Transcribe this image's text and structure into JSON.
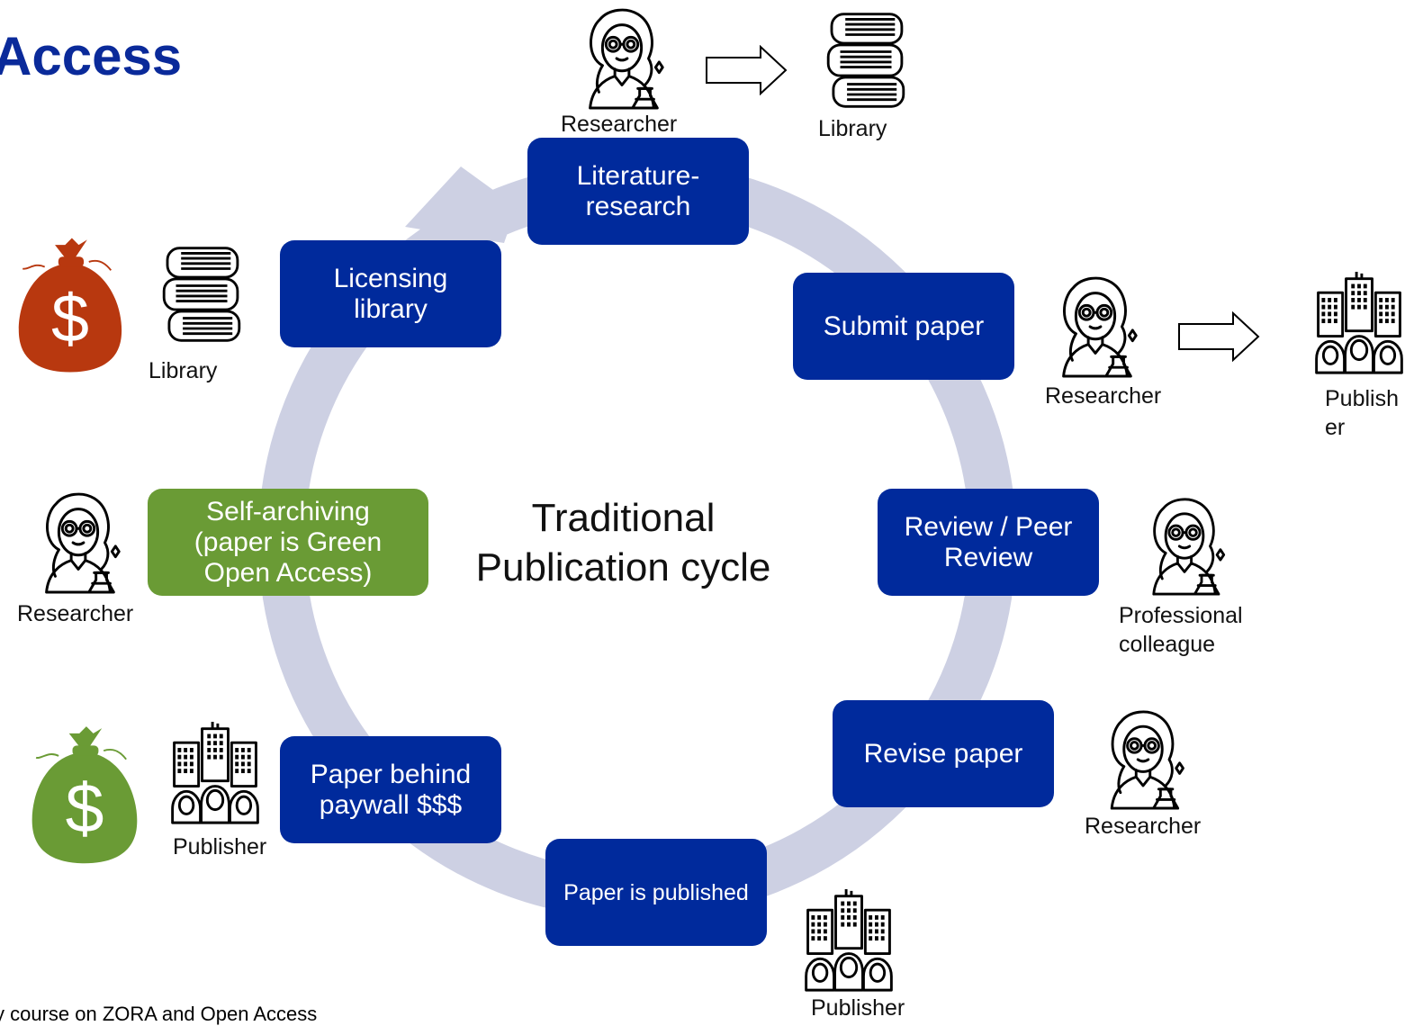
{
  "title": "Access",
  "footer": "y course on ZORA and Open Access",
  "center_title": "Traditional\nPublication cycle",
  "steps": {
    "literature": "Literature-\nresearch",
    "submit": "Submit paper",
    "review": "Review / Peer\nReview",
    "revise": "Revise paper",
    "published": "Paper is published",
    "paywall": "Paper behind\npaywall $$$",
    "self_archiving": "Self-archiving\n(paper is Green\nOpen Access)",
    "licensing": "Licensing\nlibrary"
  },
  "labels": {
    "researcher_top": "Researcher",
    "library_top": "Library",
    "researcher_submit": "Researcher",
    "publisher_right": "Publish\ner",
    "colleague": "Professional\ncolleague",
    "researcher_revise": "Researcher",
    "publisher_bottom": "Publisher",
    "publisher_left": "Publisher",
    "researcher_left": "Researcher",
    "library_left": "Library"
  },
  "money_symbol": "$",
  "colors": {
    "box_blue": "#002a9c",
    "box_green": "#6a9b35",
    "ring": "#cdd0e3",
    "money_red": "#b8380f",
    "money_green": "#6a9b35",
    "title_blue": "#0a2a9a"
  },
  "icons": [
    "researcher-icon",
    "library-books-icon",
    "publisher-building-icon",
    "money-bag-icon",
    "right-arrow-icon"
  ]
}
